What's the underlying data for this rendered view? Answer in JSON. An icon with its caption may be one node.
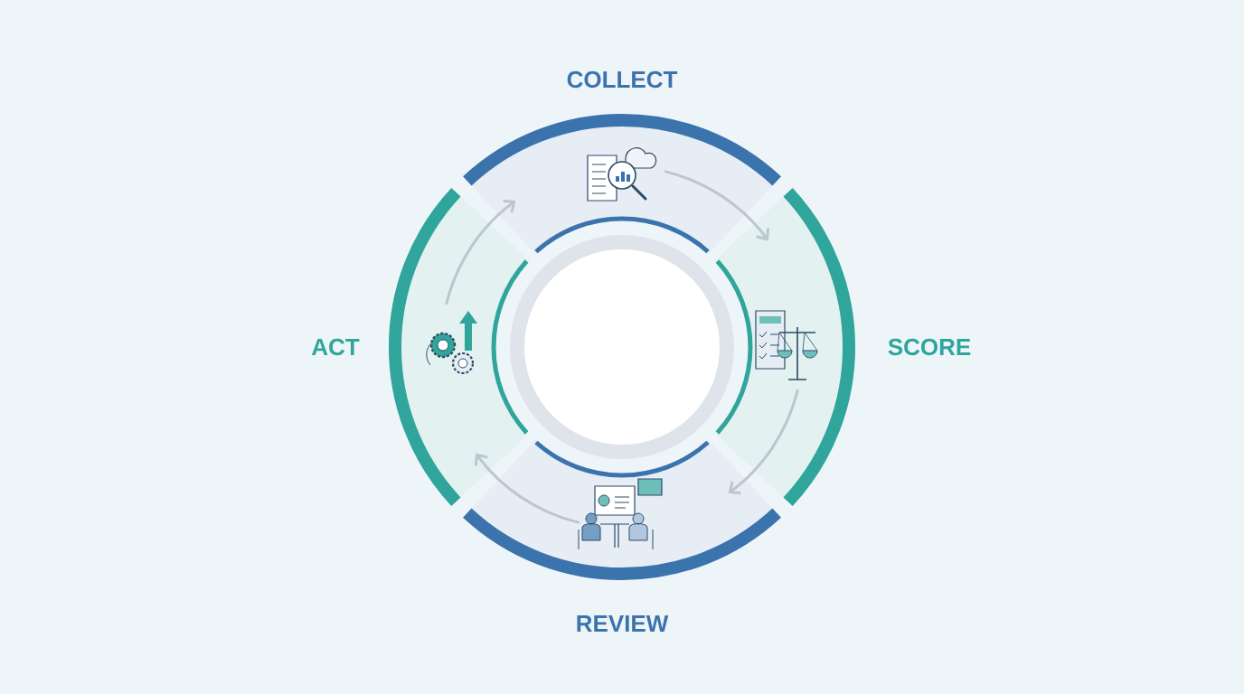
{
  "diagram": {
    "nodes": [
      {
        "text": [
          "COLLECT"
        ]
      },
      {
        "text": [
          "SCORE"
        ]
      },
      {
        "text": [
          "REVIEW"
        ]
      },
      {
        "text": [
          "ACT"
        ]
      },
      {
        "text": [],
        "shape": "circle"
      }
    ],
    "edges": [
      {
        "from": 0,
        "to": 1,
        "arrow": "to"
      },
      {
        "from": 1,
        "to": 2,
        "arrow": "to"
      },
      {
        "from": 2,
        "to": 3,
        "arrow": "to"
      },
      {
        "from": 3,
        "to": 0,
        "arrow": "to"
      }
    ]
  }
}
